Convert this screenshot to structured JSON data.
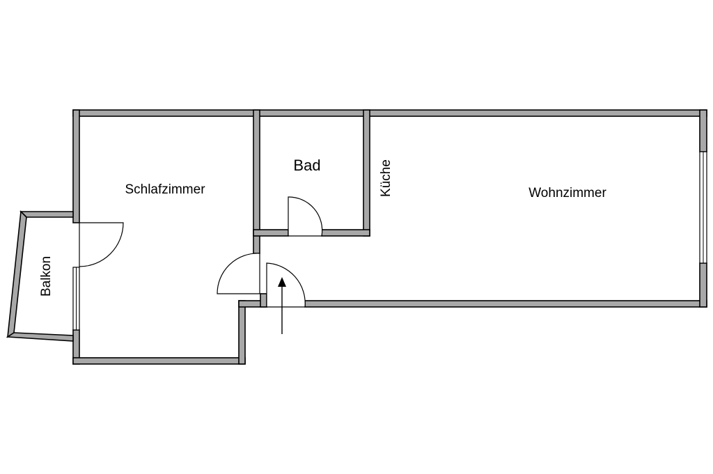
{
  "rooms": {
    "schlafzimmer": "Schlafzimmer",
    "bad": "Bad",
    "kueche": "Küche",
    "wohnzimmer": "Wohnzimmer",
    "balkon": "Balkon"
  },
  "colors": {
    "wall_fill": "#a8a8a8",
    "wall_outline": "#000000",
    "background": "#ffffff"
  }
}
